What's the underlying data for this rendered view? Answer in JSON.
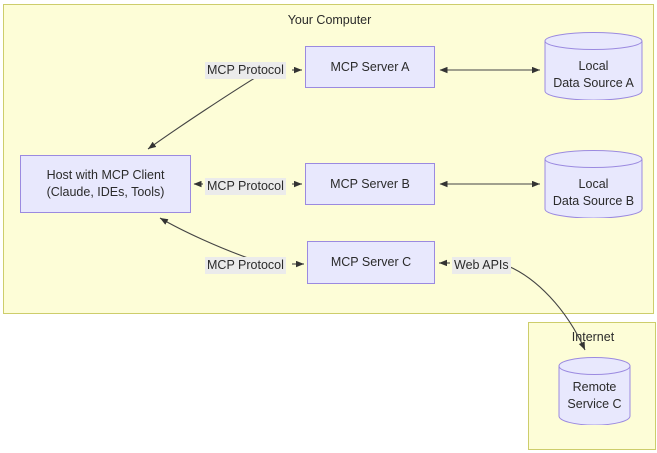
{
  "diagram": {
    "type": "architecture-flow",
    "title_visible": false,
    "boundaries": [
      {
        "id": "your-computer",
        "label": "Your Computer"
      },
      {
        "id": "internet",
        "label": "Internet"
      }
    ],
    "nodes": [
      {
        "id": "host",
        "shape": "rectangle",
        "line1": "Host with MCP Client",
        "line2": "(Claude, IDEs, Tools)",
        "container": "your-computer"
      },
      {
        "id": "server-a",
        "shape": "rectangle",
        "line1": "MCP Server A",
        "container": "your-computer"
      },
      {
        "id": "server-b",
        "shape": "rectangle",
        "line1": "MCP Server B",
        "container": "your-computer"
      },
      {
        "id": "server-c",
        "shape": "rectangle",
        "line1": "MCP Server C",
        "container": "your-computer"
      },
      {
        "id": "local-data-source-a",
        "shape": "cylinder",
        "line1": "Local",
        "line2": "Data Source A",
        "container": "your-computer"
      },
      {
        "id": "local-data-source-b",
        "shape": "cylinder",
        "line1": "Local",
        "line2": "Data Source B",
        "container": "your-computer"
      },
      {
        "id": "remote-service-c",
        "shape": "cylinder",
        "line1": "Remote",
        "line2": "Service C",
        "container": "internet"
      }
    ],
    "edge_labels": [
      {
        "id": "proto-a",
        "text": "MCP Protocol"
      },
      {
        "id": "proto-b",
        "text": "MCP Protocol"
      },
      {
        "id": "proto-c",
        "text": "MCP Protocol"
      },
      {
        "id": "web-apis",
        "text": "Web APIs"
      }
    ],
    "edges": [
      {
        "from": "host",
        "to": "server-a",
        "label": "MCP Protocol",
        "style": "curved",
        "arrows": "both"
      },
      {
        "from": "host",
        "to": "server-b",
        "label": "MCP Protocol",
        "style": "straight",
        "arrows": "both"
      },
      {
        "from": "host",
        "to": "server-c",
        "label": "MCP Protocol",
        "style": "curved",
        "arrows": "both"
      },
      {
        "from": "server-a",
        "to": "local-data-source-a",
        "label": "",
        "style": "straight",
        "arrows": "both"
      },
      {
        "from": "server-b",
        "to": "local-data-source-b",
        "label": "",
        "style": "straight",
        "arrows": "both"
      },
      {
        "from": "server-c",
        "to": "remote-service-c",
        "label": "Web APIs",
        "style": "curved",
        "arrows": "both"
      }
    ]
  },
  "colors": {
    "boundary_fill": "#fdfdd7",
    "boundary_stroke": "#cdcd6b",
    "node_fill": "#e8e8fd",
    "node_stroke": "#9b8ae0",
    "edge_stroke": "#444444",
    "label_background": "#ebebeb",
    "text": "#2b2b2b",
    "page_background": "#ffffff"
  }
}
